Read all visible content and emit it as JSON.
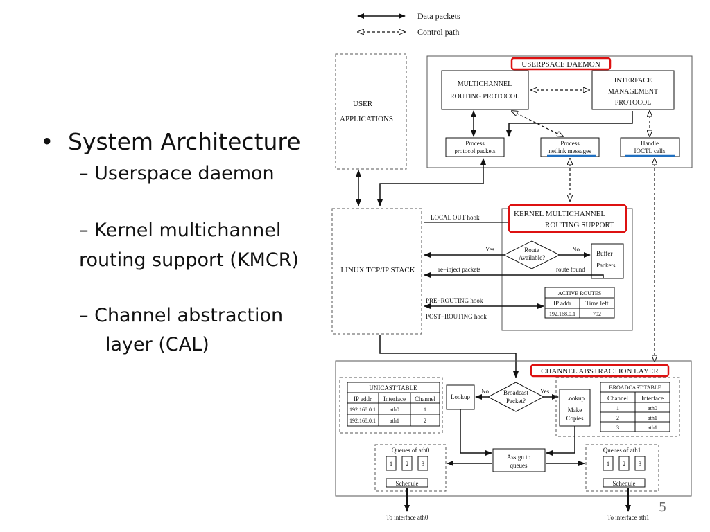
{
  "slide": {
    "bullet_main": "System Architecture",
    "bullet_dot": "•",
    "sub_dash": "–",
    "sub1": "Userspace daemon",
    "sub2_line1": "Kernel multichannel",
    "sub2_line2": "routing support (KMCR)",
    "sub3_line1": "Channel abstraction",
    "sub3_line2": "layer (CAL)",
    "page_number": "5"
  },
  "legend": {
    "data": "Data packets",
    "control": "Control path"
  },
  "diagram": {
    "user_apps_1": "USER",
    "user_apps_2": "APPLICATIONS",
    "daemon_title": "USERPSACE DAEMON",
    "mrp_1": "MULTICHANNEL",
    "mrp_2": "ROUTING PROTOCOL",
    "imp_1": "INTERFACE",
    "imp_2": "MANAGEMENT",
    "imp_3": "PROTOCOL",
    "ppp_1": "Process",
    "ppp_2": "protocol packets",
    "pnm_1": "Process",
    "pnm_2": "netlink messages",
    "hic_1": "Handle",
    "hic_2": "IOCTL calls",
    "tcpip": "LINUX TCP/IP STACK",
    "local_out": "LOCAL OUT hook",
    "kmcr_1": "KERNEL MULTICHANNEL",
    "kmcr_2": "ROUTING SUPPORT",
    "yes": "Yes",
    "no": "No",
    "route_1": "Route",
    "route_2": "Available?",
    "buffer_1": "Buffer",
    "buffer_2": "Packets",
    "reinject": "re−inject packets",
    "route_found": "route found",
    "active_routes": "ACTIVE ROUTES",
    "ar_col1": "IP addr",
    "ar_col2": "Time left",
    "ar_ip": "192.168.0.1",
    "ar_time": "792",
    "pre_routing": "PRE−ROUTING hook",
    "post_routing": "POST−ROUTING hook",
    "cal_title": "CHANNEL ABSTRACTION LAYER",
    "unicast_title": "UNICAST TABLE",
    "uc_col1": "IP addr",
    "uc_col2": "Interface",
    "uc_col3": "Channel",
    "uc_r1_ip": "192.168.0.1",
    "uc_r1_if": "ath0",
    "uc_r1_ch": "1",
    "uc_r2_ip": "192.168.0.1",
    "uc_r2_if": "ath1",
    "uc_r2_ch": "2",
    "lookup": "Lookup",
    "bcast_1": "Broadcast",
    "bcast_2": "Packet?",
    "lookup2": "Lookup",
    "make_1": "Make",
    "make_2": "Copies",
    "broadcast_title": "BROADCAST TABLE",
    "bc_col1": "Channel",
    "bc_col2": "Interface",
    "bc_r1_ch": "1",
    "bc_r1_if": "ath0",
    "bc_r2_ch": "2",
    "bc_r2_if": "ath1",
    "bc_r3_ch": "3",
    "bc_r3_if": "ath1",
    "q0_title": "Queues of ath0",
    "q1_title": "Queues of ath1",
    "q_1": "1",
    "q_2": "2",
    "q_3": "3",
    "schedule": "Schedule",
    "assign_1": "Assign to",
    "assign_2": "queues",
    "to_ath0": "To interface ath0",
    "to_ath1": "To interface ath1"
  },
  "colors": {
    "highlight_box": "#dd1111",
    "underline": "#1f6fc0"
  }
}
